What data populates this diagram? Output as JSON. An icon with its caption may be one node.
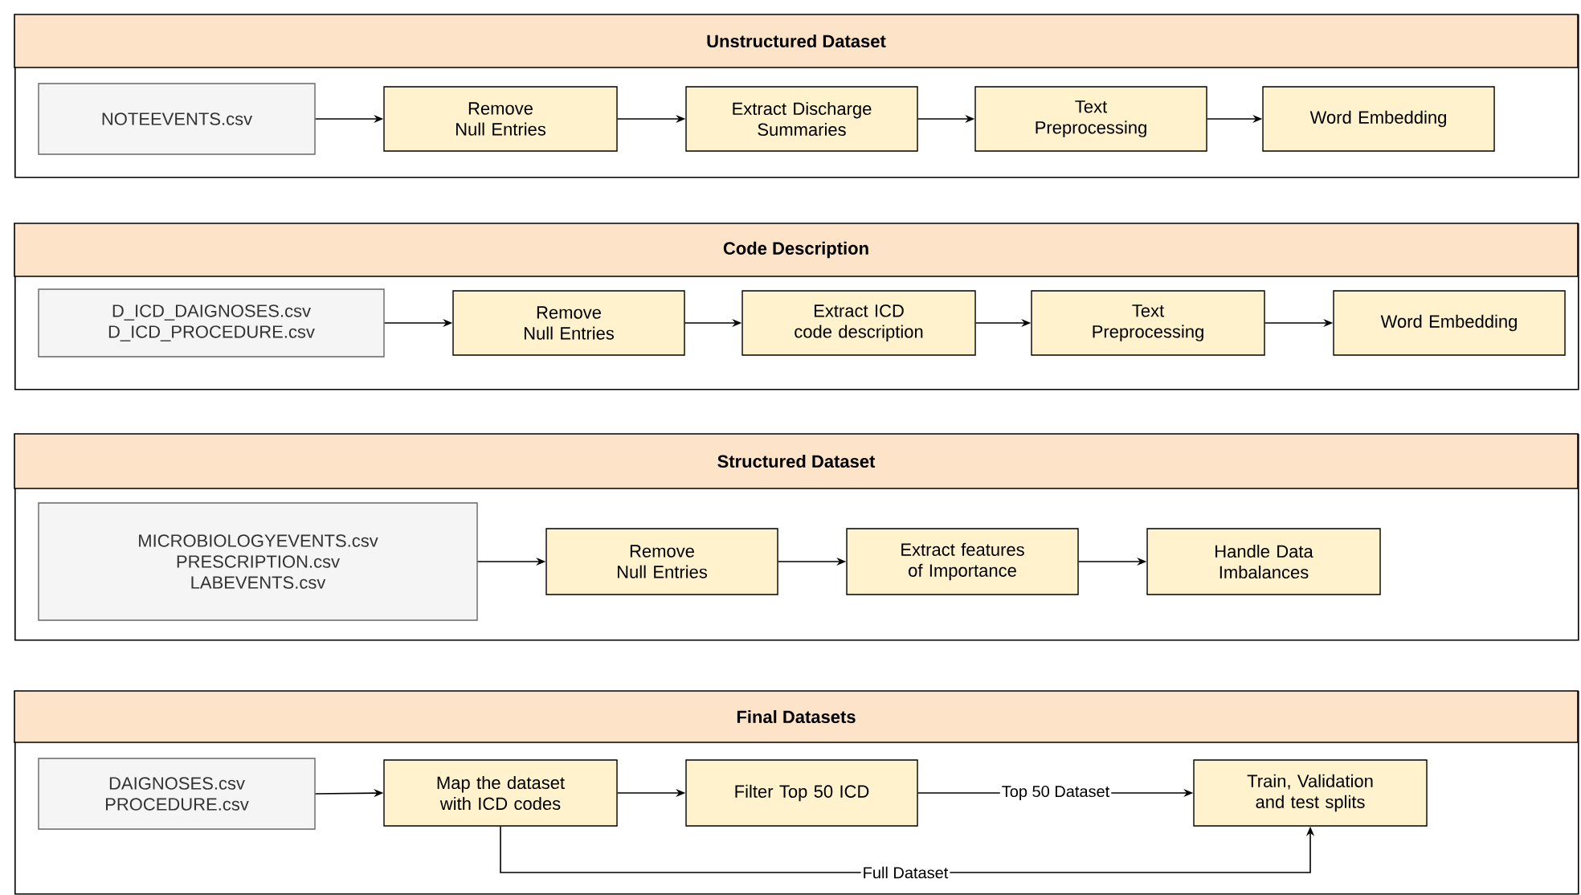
{
  "diagram": {
    "nodes": [
      {
        "text": [
          "Unstructured Dataset"
        ]
      },
      {
        "text": [
          "NOTEEVENTS.csv"
        ],
        "in": 0
      },
      {
        "text": [
          "Remove Null Entries"
        ],
        "in": 0
      },
      {
        "text": [
          "Extract Discharge Summaries"
        ],
        "in": 0
      },
      {
        "text": [
          "Text Preprocessing"
        ],
        "in": 0
      },
      {
        "text": [
          "Word Embedding"
        ],
        "in": 0
      },
      {
        "text": [
          "Code Description"
        ]
      },
      {
        "text": [
          "D_ICD_DAIGNOSES.csv",
          "D_ICD_PROCEDURE.csv"
        ],
        "in": 6
      },
      {
        "text": [
          "Remove Null Entries"
        ],
        "in": 6
      },
      {
        "text": [
          "Extract ICD code description"
        ],
        "in": 6
      },
      {
        "text": [
          "Text Preprocessing"
        ],
        "in": 6
      },
      {
        "text": [
          "Word Embedding"
        ],
        "in": 6
      },
      {
        "text": [
          "Structured Dataset"
        ]
      },
      {
        "text": [
          "MICROBIOLOGYEVENTS.csv",
          "PRESCRIPTION.csv",
          "LABEVENTS.csv"
        ],
        "in": 12
      },
      {
        "text": [
          "Remove Null Entries"
        ],
        "in": 12
      },
      {
        "text": [
          "Extract features of Importance"
        ],
        "in": 12
      },
      {
        "text": [
          "Handle Data Imbalances"
        ],
        "in": 12
      },
      {
        "text": [
          "Final Datasets"
        ]
      },
      {
        "text": [
          "DAIGNOSES.csv",
          "PROCEDURE.csv"
        ],
        "in": 17
      },
      {
        "text": [
          "Map the dataset with ICD codes"
        ],
        "in": 17
      },
      {
        "text": [
          "Filter Top 50 ICD"
        ],
        "in": 17
      },
      {
        "text": [
          "Train, Validation and test splits"
        ],
        "in": 17
      }
    ],
    "edges": [
      {
        "from": 1,
        "to": 2,
        "arrow": "to"
      },
      {
        "from": 2,
        "to": 3,
        "arrow": "to"
      },
      {
        "from": 3,
        "to": 4,
        "arrow": "to"
      },
      {
        "from": 4,
        "to": 5,
        "arrow": "to"
      },
      {
        "from": 7,
        "to": 8,
        "arrow": "to"
      },
      {
        "from": 8,
        "to": 9,
        "arrow": "to"
      },
      {
        "from": 9,
        "to": 10,
        "arrow": "to"
      },
      {
        "from": 10,
        "to": 11,
        "arrow": "to"
      },
      {
        "from": 13,
        "to": 14,
        "arrow": "to"
      },
      {
        "from": 14,
        "to": 15,
        "arrow": "to"
      },
      {
        "from": 15,
        "to": 16,
        "arrow": "to"
      },
      {
        "from": 18,
        "to": 19,
        "arrow": "to"
      },
      {
        "from": 19,
        "to": 20,
        "arrow": "to"
      },
      {
        "from": 20,
        "to": 21,
        "arrow": "to",
        "label": "Top 50 Dataset"
      },
      {
        "from": 19,
        "to": 21,
        "arrow": "to",
        "label": "Full Dataset"
      }
    ]
  }
}
